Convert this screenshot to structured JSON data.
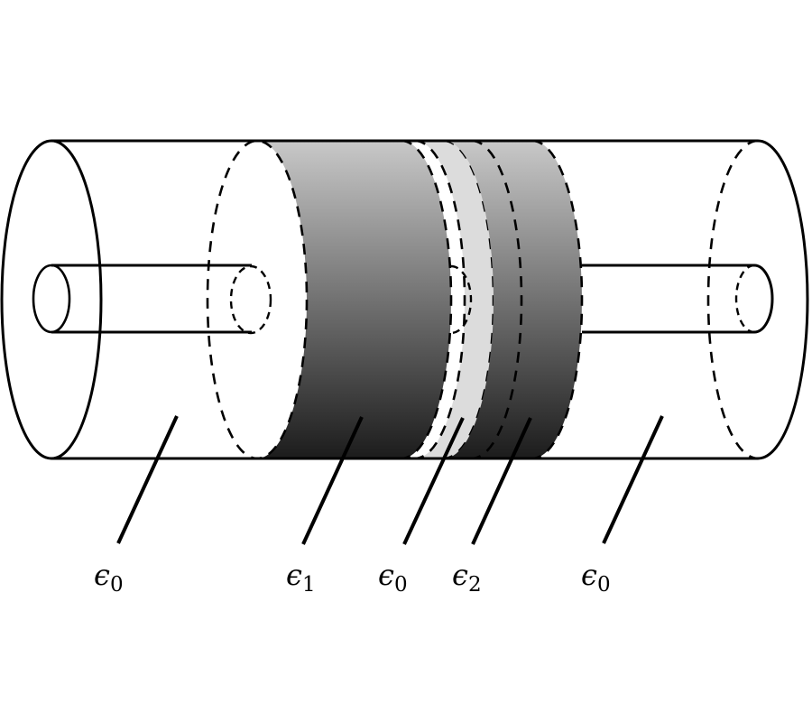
{
  "figure": {
    "labels": [
      {
        "symbol": "ϵ",
        "subscript": "0"
      },
      {
        "symbol": "ϵ",
        "subscript": "1"
      },
      {
        "symbol": "ϵ",
        "subscript": "0"
      },
      {
        "symbol": "ϵ",
        "subscript": "2"
      },
      {
        "symbol": "ϵ",
        "subscript": "0"
      }
    ]
  },
  "colors": {
    "ink": "#000000",
    "background": "#ffffff",
    "disk_face_gray": "#d2d2d2",
    "gap_face_gray": "#dcdcdc",
    "body_gradient_top": "#c8c8c8",
    "body_gradient_bottom": "#1c1c1c"
  }
}
